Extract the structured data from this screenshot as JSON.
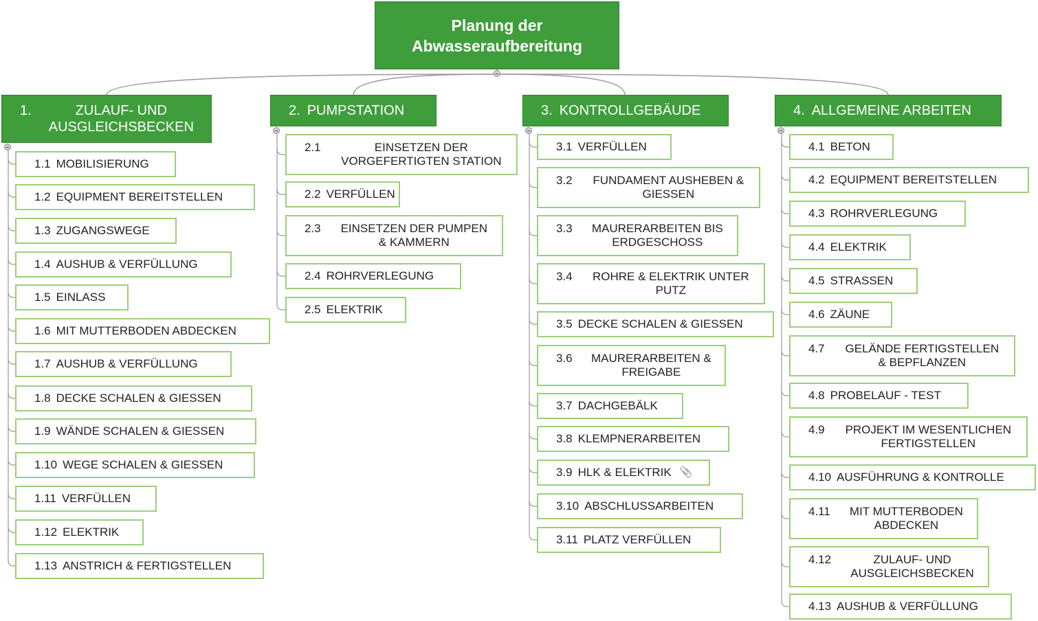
{
  "root": {
    "line1": "Planung der",
    "line2": "Abwasseraufbereitung"
  },
  "branches": [
    {
      "num": "1.",
      "label": "ZULAUF- UND AUSGLEICHSBECKEN",
      "label_lines": [
        "ZULAUF- UND",
        "AUSGLEICHSBECKEN"
      ],
      "items": [
        {
          "num": "1.1",
          "label": "MOBILISIERUNG"
        },
        {
          "num": "1.2",
          "label": "EQUIPMENT BEREITSTELLEN"
        },
        {
          "num": "1.3",
          "label": "ZUGANGSWEGE"
        },
        {
          "num": "1.4",
          "label": "AUSHUB & VERFÜLLUNG"
        },
        {
          "num": "1.5",
          "label": "EINLASS"
        },
        {
          "num": "1.6",
          "label": "MIT MUTTERBODEN ABDECKEN"
        },
        {
          "num": "1.7",
          "label": "AUSHUB & VERFÜLLUNG"
        },
        {
          "num": "1.8",
          "label": "DECKE SCHALEN & GIESSEN"
        },
        {
          "num": "1.9",
          "label": "WÄNDE SCHALEN & GIESSEN"
        },
        {
          "num": "1.10",
          "label": "WEGE SCHALEN & GIESSEN"
        },
        {
          "num": "1.11",
          "label": "VERFÜLLEN"
        },
        {
          "num": "1.12",
          "label": "ELEKTRIK"
        },
        {
          "num": "1.13",
          "label": "ANSTRICH & FERTIGSTELLEN"
        }
      ]
    },
    {
      "num": "2.",
      "label": "PUMPSTATION",
      "items": [
        {
          "num": "2.1",
          "label": "EINSETZEN DER VORGEFERTIGTEN STATION",
          "lines": [
            "EINSETZEN DER",
            "VORGEFERTIGTEN STATION"
          ]
        },
        {
          "num": "2.2",
          "label": "VERFÜLLEN"
        },
        {
          "num": "2.3",
          "label": "EINSETZEN DER PUMPEN & KAMMERN",
          "lines": [
            "EINSETZEN DER PUMPEN",
            "& KAMMERN"
          ]
        },
        {
          "num": "2.4",
          "label": "ROHRVERLEGUNG"
        },
        {
          "num": "2.5",
          "label": "ELEKTRIK"
        }
      ]
    },
    {
      "num": "3.",
      "label": "KONTROLLGEBÄUDE",
      "items": [
        {
          "num": "3.1",
          "label": "VERFÜLLEN"
        },
        {
          "num": "3.2",
          "label": "FUNDAMENT AUSHEBEN & GIESSEN",
          "lines": [
            "FUNDAMENT AUSHEBEN &",
            "GIESSEN"
          ]
        },
        {
          "num": "3.3",
          "label": "MAURERARBEITEN BIS ERDGESCHOSS",
          "lines": [
            "MAURERARBEITEN BIS",
            "ERDGESCHOSS"
          ]
        },
        {
          "num": "3.4",
          "label": "ROHRE & ELEKTRIK UNTER PUTZ",
          "lines": [
            "ROHRE & ELEKTRIK UNTER",
            "PUTZ"
          ]
        },
        {
          "num": "3.5",
          "label": "DECKE SCHALEN & GIESSEN"
        },
        {
          "num": "3.6",
          "label": "MAURERARBEITEN & FREIGABE",
          "lines": [
            "MAURERARBEITEN &",
            "FREIGABE"
          ]
        },
        {
          "num": "3.7",
          "label": "DACHGEBÄLK"
        },
        {
          "num": "3.8",
          "label": "KLEMPNERARBEITEN"
        },
        {
          "num": "3.9",
          "label": "HLK & ELEKTRIK",
          "icon": "paperclip-icon"
        },
        {
          "num": "3.10",
          "label": "ABSCHLUSSARBEITEN"
        },
        {
          "num": "3.11",
          "label": "PLATZ VERFÜLLEN"
        }
      ]
    },
    {
      "num": "4.",
      "label": "ALLGEMEINE ARBEITEN",
      "items": [
        {
          "num": "4.1",
          "label": "BETON"
        },
        {
          "num": "4.2",
          "label": "EQUIPMENT BEREITSTELLEN"
        },
        {
          "num": "4.3",
          "label": "ROHRVERLEGUNG"
        },
        {
          "num": "4.4",
          "label": "ELEKTRIK"
        },
        {
          "num": "4.5",
          "label": "STRASSEN"
        },
        {
          "num": "4.6",
          "label": "ZÄUNE"
        },
        {
          "num": "4.7",
          "label": "GELÄNDE FERTIGSTELLEN & BEPFLANZEN",
          "lines": [
            "GELÄNDE FERTIGSTELLEN",
            "& BEPFLANZEN"
          ]
        },
        {
          "num": "4.8",
          "label": "PROBELAUF - TEST"
        },
        {
          "num": "4.9",
          "label": "PROJEKT IM WESENTLICHEN FERTIGSTELLEN",
          "lines": [
            "PROJEKT IM WESENTLICHEN",
            "FERTIGSTELLEN"
          ]
        },
        {
          "num": "4.10",
          "label": "AUSFÜHRUNG & KONTROLLE"
        },
        {
          "num": "4.11",
          "label": "MIT MUTTERBODEN ABDECKEN",
          "lines": [
            "MIT MUTTERBODEN",
            "ABDECKEN"
          ]
        },
        {
          "num": "4.12",
          "label": "ZULAUF- UND AUSGLEICHSBECKEN",
          "lines": [
            "ZULAUF- UND",
            "AUSGLEICHSBECKEN"
          ]
        },
        {
          "num": "4.13",
          "label": "AUSHUB & VERFÜLLUNG"
        }
      ]
    }
  ],
  "colors": {
    "branch_fill": "#3f9e3b",
    "leaf_border": "#9bcf7a",
    "connector": "#9a9a9a"
  }
}
